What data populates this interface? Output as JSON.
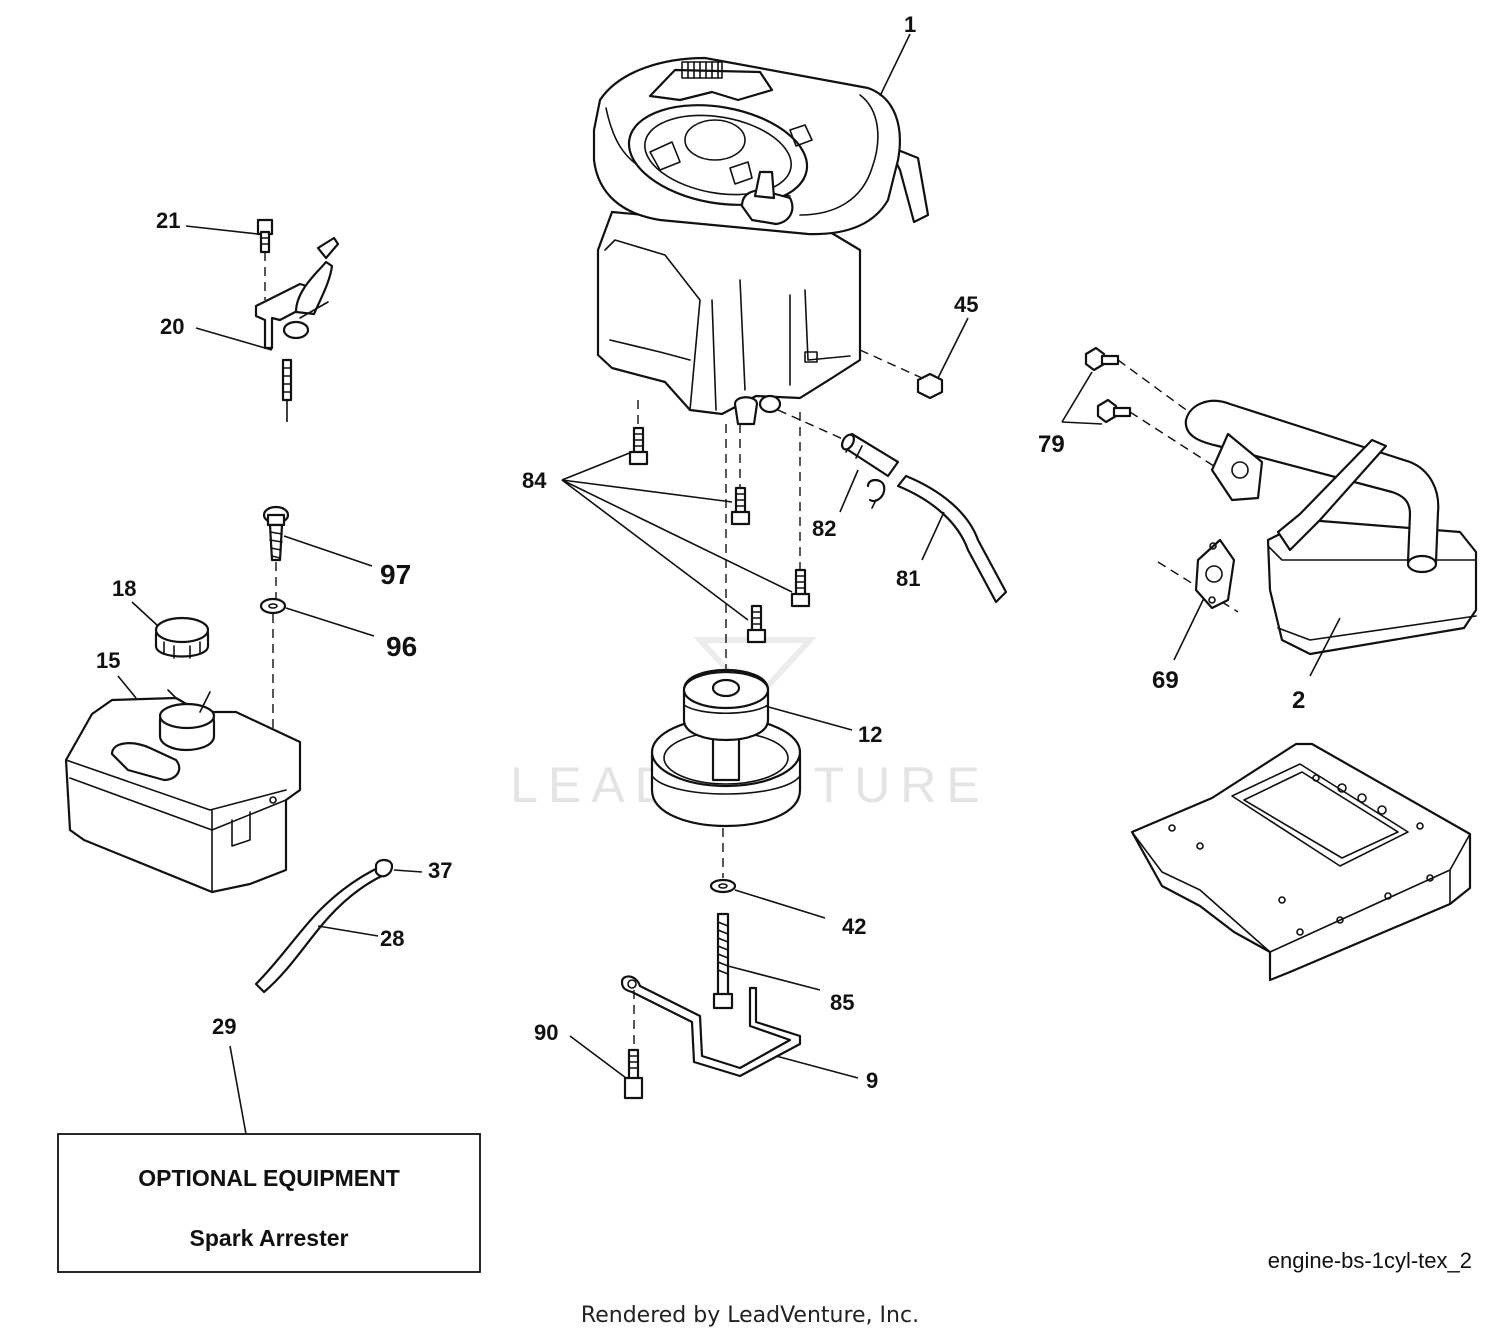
{
  "callouts": {
    "c1": "1",
    "c2": "2",
    "c9": "9",
    "c12": "12",
    "c15": "15",
    "c18": "18",
    "c20": "20",
    "c21": "21",
    "c28": "28",
    "c29": "29",
    "c37": "37",
    "c42": "42",
    "c45": "45",
    "c69": "69",
    "c79": "79",
    "c81": "81",
    "c82": "82",
    "c84": "84",
    "c85": "85",
    "c90": "90",
    "c96": "96",
    "c97": "97"
  },
  "watermark": "LEADVENTURE",
  "optional_box": {
    "heading": "OPTIONAL EQUIPMENT",
    "item": "Spark Arrester"
  },
  "diagram_id": "engine-bs-1cyl-tex_2",
  "footer": "Rendered by LeadVenture, Inc."
}
